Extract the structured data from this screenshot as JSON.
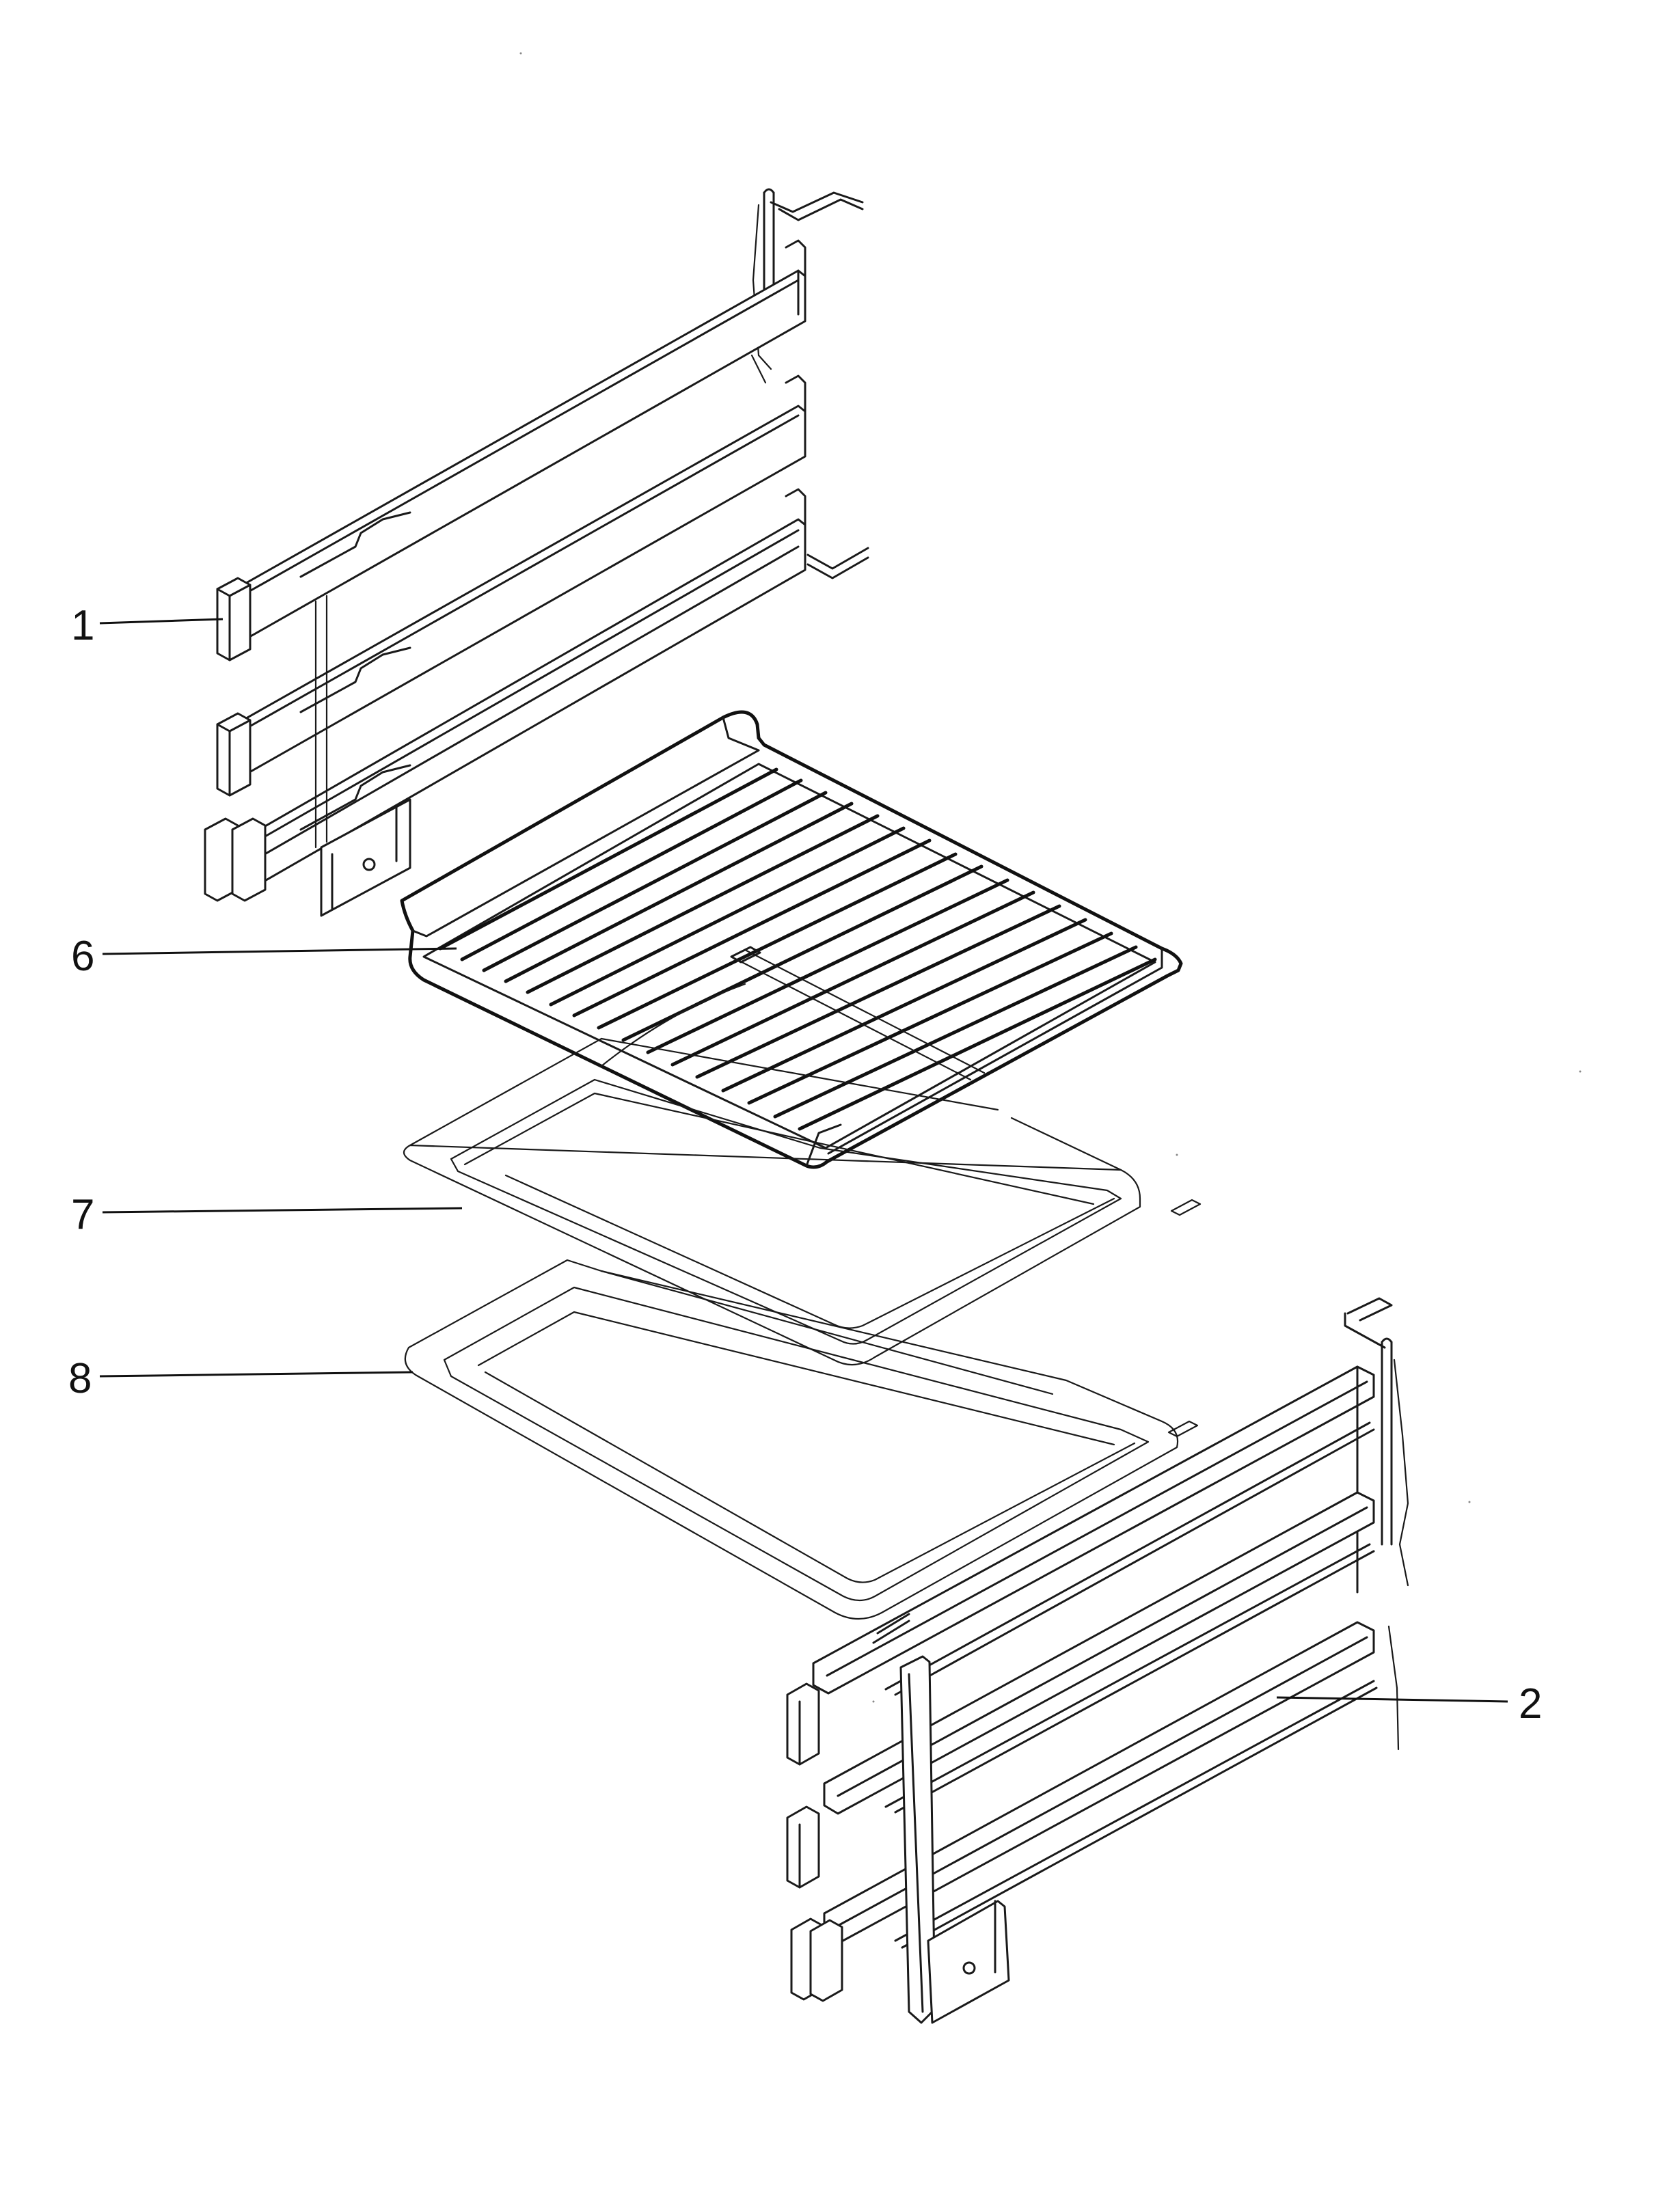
{
  "callouts": [
    {
      "id": "1",
      "label": "1",
      "part": "left-shelf-support"
    },
    {
      "id": "2",
      "label": "2",
      "part": "right-shelf-support"
    },
    {
      "id": "6",
      "label": "6",
      "part": "wire-rack"
    },
    {
      "id": "7",
      "label": "7",
      "part": "shallow-tray"
    },
    {
      "id": "8",
      "label": "8",
      "part": "deep-tray"
    }
  ],
  "colors": {
    "line": "#1a1a1a",
    "background": "#ffffff"
  }
}
